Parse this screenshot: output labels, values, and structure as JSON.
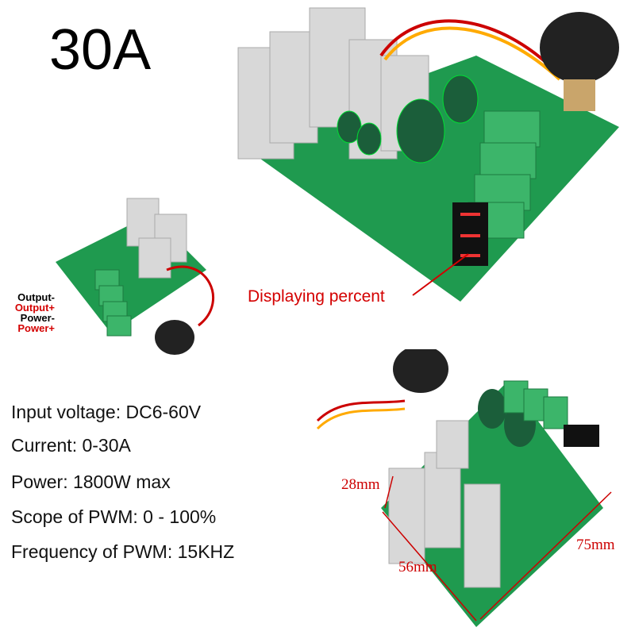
{
  "title": "30A",
  "callout": "Displaying percent",
  "terminal_labels": [
    {
      "text": "Output-",
      "color": "#000000"
    },
    {
      "text": "Output+",
      "color": "#d40000"
    },
    {
      "text": "Power-",
      "color": "#000000"
    },
    {
      "text": "Power+",
      "color": "#d40000"
    }
  ],
  "specs": [
    "Input voltage: DC6-60V",
    "Current: 0-30A",
    "Power: 1800W max",
    "Scope of PWM: 0 - 100%",
    "Frequency of PWM: 15KHZ"
  ],
  "dimensions": {
    "height": "28mm",
    "width": "56mm",
    "length": "75mm"
  },
  "colors": {
    "pcb": "#1f9a4f",
    "terminal": "#3cb56a",
    "heatsink": "#d8d8d8",
    "accent_red": "#d40000"
  }
}
